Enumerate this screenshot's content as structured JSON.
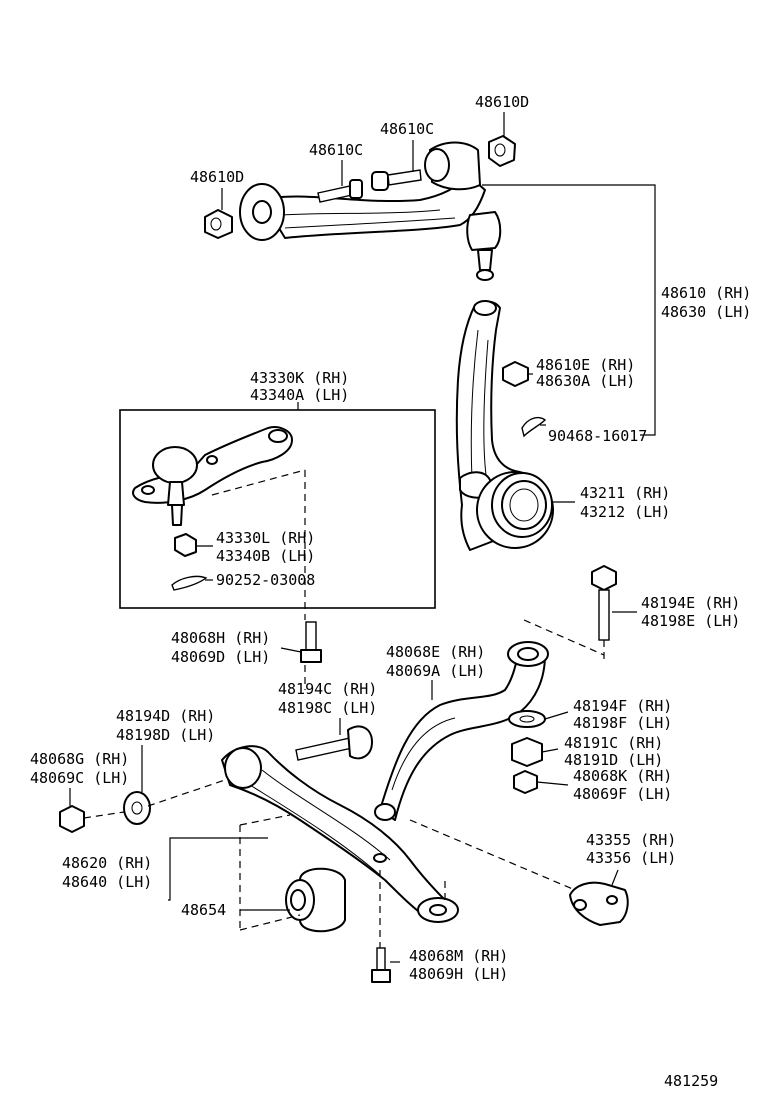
{
  "figure_number": "481259",
  "labels": {
    "l_48610D_top": "48610D",
    "l_48610C_upper": "48610C",
    "l_48610C_lower": "48610C",
    "l_48610D_left": "48610D",
    "l_48610_rh": "48610 (RH)",
    "l_48630_lh": "48630 (LH)",
    "l_48610E_rh": "48610E (RH)",
    "l_48630A_lh": "48630A (LH)",
    "l_90468": "90468-16017",
    "l_43330K_rh": "43330K (RH)",
    "l_43340A_lh": "43340A (LH)",
    "l_43330L_rh": "43330L (RH)",
    "l_43340B_lh": "43340B (LH)",
    "l_90252": "90252-03008",
    "l_43211_rh": "43211 (RH)",
    "l_43212_lh": "43212 (LH)",
    "l_48194E_rh": "48194E (RH)",
    "l_48198E_lh": "48198E (LH)",
    "l_48068H_rh": "48068H (RH)",
    "l_48069D_lh": "48069D (LH)",
    "l_48068E_rh": "48068E (RH)",
    "l_48069A_lh": "48069A (LH)",
    "l_48194C_rh": "48194C (RH)",
    "l_48198C_lh": "48198C (LH)",
    "l_48194F_rh": "48194F (RH)",
    "l_48198F_lh": "48198F (LH)",
    "l_48191C_rh": "48191C (RH)",
    "l_48191D_lh": "48191D (LH)",
    "l_48068K_rh": "48068K (RH)",
    "l_48069F_lh": "48069F (LH)",
    "l_48194D_rh": "48194D (RH)",
    "l_48198D_lh": "48198D (LH)",
    "l_48068G_rh": "48068G (RH)",
    "l_48069C_lh": "48069C (LH)",
    "l_48620_rh": "48620 (RH)",
    "l_48640_lh": "48640 (LH)",
    "l_48654": "48654",
    "l_43355_rh": "43355 (RH)",
    "l_43356_lh": "43356 (LH)",
    "l_48068M_rh": "48068M (RH)",
    "l_48069H_lh": "48069H (LH)"
  }
}
